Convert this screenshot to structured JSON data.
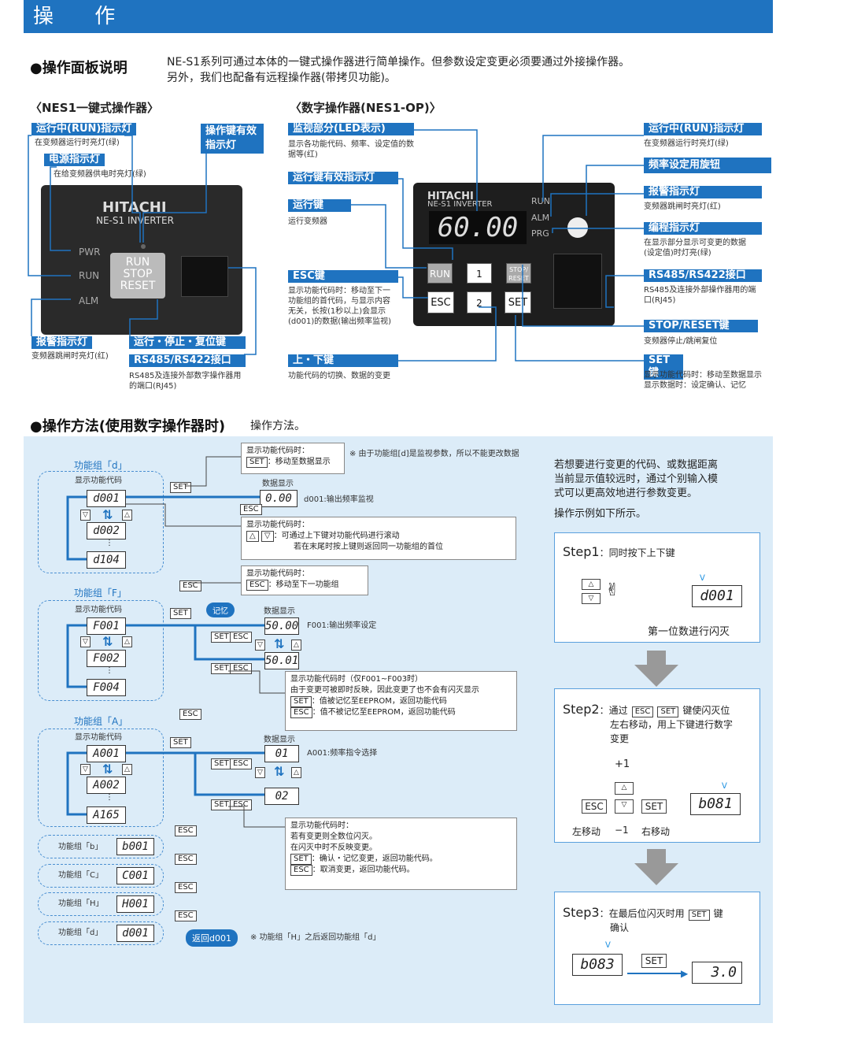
{
  "header": {
    "title": "操 作"
  },
  "intro": {
    "heading": "●操作面板说明",
    "line1": "NE-S1系列可通过本体的一键式操作器进行简单操作。但参数设定变更必须要通过外接操作器。",
    "line2": "另外，我们也配备有远程操作器(带拷贝功能)。"
  },
  "left_panel": {
    "title": "〈NES1一键式操作器〉",
    "brand": "HITACHI",
    "model": "NE-S1 INVERTER",
    "pwr": "PWR",
    "run": "RUN",
    "alm": "ALM",
    "key1": "RUN",
    "key2": "STOP",
    "key3": "RESET",
    "run_lamp": "运行中(RUN)指示灯",
    "run_lamp_desc": "在变频器运行时亮灯(绿)",
    "power_lamp": "电源指示灯",
    "power_lamp_desc": "在给变频器供电时亮灯(绿)",
    "key_valid": "操作键有效指示灯",
    "alarm_lamp": "报警指示灯",
    "alarm_lamp_desc": "变频器跳闸时亮灯(红)",
    "run_stop": "运行・停止・复位键",
    "rs485": "RS485/RS422接口",
    "rs485_desc": "RS485及连接外部数字操作器用的端口(RJ45)"
  },
  "right_panel": {
    "title": "〈数字操作器(NES1-OP)〉",
    "brand": "HITACHI",
    "model": "NE-S1 INVERTER",
    "display": "60.00",
    "run": "RUN",
    "alm": "ALM",
    "prg": "PRG",
    "k_run": "RUN",
    "k_up": "1",
    "k_stop": "STOP/ RESET",
    "k_esc": "ESC",
    "k_down": "2",
    "k_set": "SET",
    "monitor": "监视部分(LED表示)",
    "monitor_desc": "显示各功能代码、频率、设定值的数据等(红)",
    "run_key_valid": "运行键有效指示灯",
    "run_key": "运行键",
    "run_key_desc": "运行变频器",
    "esc_key": "ESC键",
    "esc_key_desc": "显示功能代码时：移动至下一功能组的首代码，与显示内容无关，长按(1秒以上)会显示(d001)的数据(输出频率监视)",
    "updown": "上・下键",
    "updown_desc": "功能代码的切换、数据的变更",
    "run_lamp": "运行中(RUN)指示灯",
    "run_lamp_desc": "在变频器运行时亮灯(绿)",
    "freq_knob": "频率设定用旋钮",
    "alarm_lamp": "报警指示灯",
    "alarm_lamp_desc": "变频器跳闸时亮灯(红)",
    "prg_lamp": "编程指示灯",
    "prg_lamp_desc": "在显示部分显示可变更的数据(设定值)时灯亮(绿)",
    "rs485": "RS485/RS422接口",
    "rs485_desc": "RS485及连接外部操作器用的端口(RJ45)",
    "stop_reset": "STOP/RESET键",
    "stop_reset_desc": "变频器停止/跳闸复位",
    "set_key": "SET键",
    "set_key_desc1": "显示功能代码时：移动至数据显示",
    "set_key_desc2": "显示数据时：设定确认、记忆"
  },
  "method": {
    "heading": "●操作方法(使用数字操作器时)",
    "sub": "操作方法。"
  },
  "flow": {
    "group_d": "功能组「d」",
    "group_f": "功能组「F」",
    "group_a": "功能组「A」",
    "show_code": "显示功能代码",
    "data_show": "数据显示",
    "data_show2": "数据显示",
    "d001": "d001",
    "d002": "d002",
    "d104": "d104",
    "d001_val": "0.00",
    "d001_desc": "d001:输出频率监视",
    "f001": "F001",
    "f002": "F002",
    "f004": "F004",
    "f001_val": "50.00",
    "f001_val2": "50.01",
    "f001_desc": "F001:输出频率设定",
    "a001": "A001",
    "a002": "A002",
    "a165": "A165",
    "a001_val": "01",
    "a001_val2": "02",
    "a001_desc": "A001:频率指令选择",
    "memo": "记忆",
    "note_d": "※ 由于功能组[d]是监视参数，所以不能更改数据",
    "box1_t": "显示功能代码时：",
    "box1_b": "SET",
    "box1_d": "：移动至数据显示",
    "box2_t": "显示功能代码时：",
    "box2_d": "：可通过上下键对功能代码进行滚动",
    "box2_d2": "若在末尾时按上键则返回同一功能组的首位",
    "box3_t": "显示功能代码时：",
    "box3_b": "ESC",
    "box3_d": "：移动至下一功能组",
    "box4_t": "显示功能代码时（仅F001~F003时）",
    "box4_t2": "由于变更可被即时反映，因此变更了也不会有闪灭显示",
    "box4_s": "SET",
    "box4_sd": "：值被记忆至EEPROM，返回功能代码",
    "box4_e": "ESC",
    "box4_ed": "：值不被记忆至EEPROM，返回功能代码",
    "box5_t": "显示功能代码时：",
    "box5_t2": "若有变更则全数位闪灭。",
    "box5_t3": "在闪灭中时不反映变更。",
    "box5_s": "SET",
    "box5_sd": "：确认・记忆变更，返回功能代码。",
    "box5_e": "ESC",
    "box5_ed": "：取消变更，返回功能代码。",
    "gb": "功能组「b」",
    "gb_v": "b001",
    "gc": "功能组「C」",
    "gc_v": "C001",
    "gh": "功能组「H」",
    "gh_v": "H001",
    "gd": "功能组「d」",
    "gd_v": "d001",
    "return": "返回d001",
    "return_note": "※ 功能组「H」之后返回功能组「d」",
    "set": "SET",
    "esc": "ESC"
  },
  "steps": {
    "intro1": "若想要进行变更的代码、或数据距离",
    "intro2": "当前显示值较远时，通过个别输入模",
    "intro3": "式可以更高效地进行参数变更。",
    "intro4": "操作示例如下所示。",
    "s1": "Step1",
    "s1_t": "：同时按下上下键",
    "s1_v": "d001",
    "s1_note": "第一位数进行闪灭",
    "s2": "Step2",
    "s2_t1": "：通过",
    "s2_t2": "键使闪灭位",
    "s2_t3": "左右移动，用上下键进行数字",
    "s2_t4": "变更",
    "s2_plus": "+1",
    "s2_minus": "−1",
    "s2_left": "左移动",
    "s2_right": "右移动",
    "s2_v": "b081",
    "esc": "ESC",
    "set": "SET",
    "s3": "Step3",
    "s3_t1": "：在最后位闪灭时用",
    "s3_t2": "键",
    "s3_t3": "确认",
    "s3_v": "b083",
    "s3_r": "3.0"
  },
  "colors": {
    "accent": "#1f73c0",
    "bg_light": "#dcecf8",
    "blink": "#1a8fe0"
  }
}
